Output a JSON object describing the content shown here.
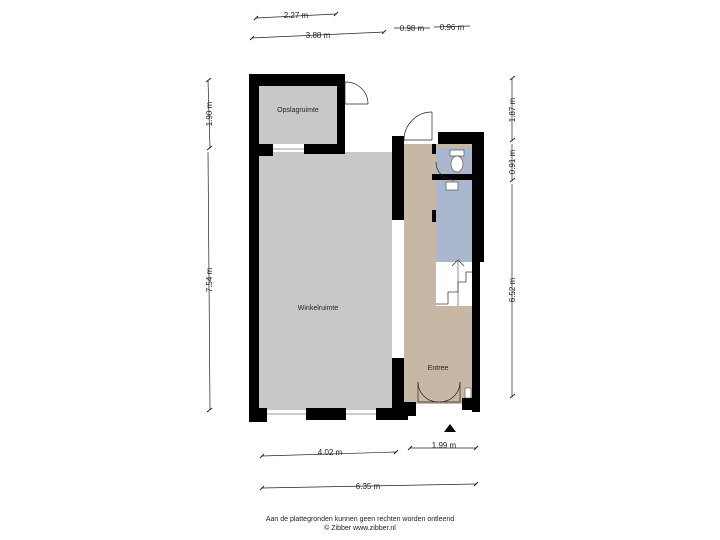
{
  "dimensions": {
    "top_1": "2.27 m",
    "top_2": "3.88 m",
    "top_3a": "0.98 m",
    "top_3b": "0.96 m",
    "left_upper": "1.90 m",
    "left_lower": "7.54 m",
    "right_upper": "1.87 m",
    "right_mid": "0.91 m",
    "right_lower": "6.52 m",
    "bottom_left": "4.02 m",
    "bottom_right": "1.99 m",
    "bottom_total": "6.35 m"
  },
  "rooms": {
    "storage": "Opslagruimte",
    "shop": "Winkelruimte",
    "entrance": "Entree"
  },
  "footer": {
    "line1": "Aan de plattegronden kunnen geen rechten worden ontleend",
    "line2": "© Zibber www.zibber.nl"
  },
  "colors": {
    "wall": "#000000",
    "shop_floor": "#c8c8c8",
    "entrance_floor": "#c7b8a6",
    "toilet_floor": "#a9b8cf"
  }
}
